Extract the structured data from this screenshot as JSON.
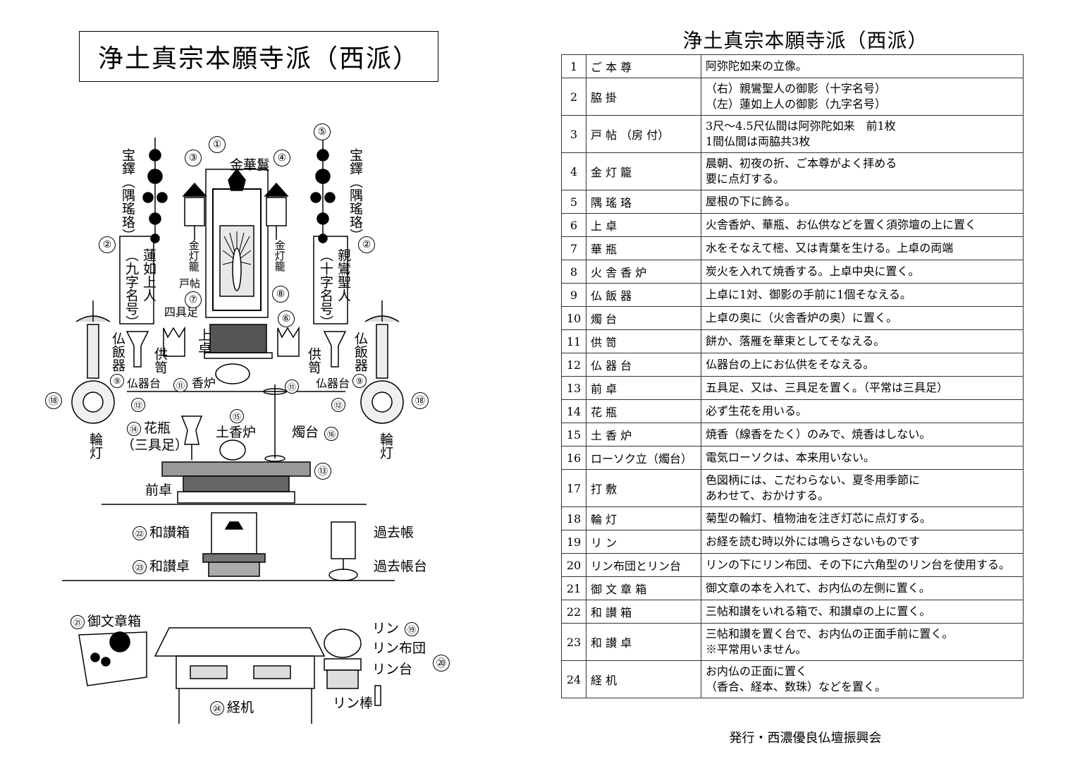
{
  "left": {
    "title": "浄土真宗本願寺派（西派）",
    "labels": {
      "kinkaman": "金華鬘",
      "houtaku_l": "宝鐸（隅瑤珞）",
      "houtaku_r": "宝鐸（隅瑤珞）",
      "rennyo": "蓮如上人",
      "rennyo_sub": "（九字名号）",
      "shinran": "親鸞聖人",
      "shinran_sub": "（十字名号）",
      "kintouro_l": "金灯籠",
      "kintouro_r": "金灯籠",
      "tobari": "戸帖",
      "shigusoku": "四具足",
      "uwajoku": "上卓",
      "buppanki_l": "仏飯器",
      "buppanki_r": "仏飯器",
      "kugo_l": "供笥",
      "kugo_r": "供笥",
      "bukkidai_l": "仏器台",
      "bukkidai_r": "仏器台",
      "koro": "香炉",
      "kabin": "花瓶",
      "sangusoku": "（三具足）",
      "tsuchikoro": "土香炉",
      "shokudai": "燭台",
      "rintou_l": "輪灯",
      "rintou_r": "輪灯",
      "maejoku": "前卓",
      "wasanbako": "和讃箱",
      "wasanjoku": "和讃卓",
      "kakocho": "過去帳",
      "kakochodai": "過去帳台",
      "gobunshobako": "御文章箱",
      "rin": "リン",
      "rinfuton": "リン布団",
      "rindai": "リン台",
      "kyozukue": "経机",
      "rinbou": "リン棒"
    },
    "nums": {
      "n1": "①",
      "n2": "②",
      "n3": "③",
      "n4": "④",
      "n5": "⑤",
      "n6": "⑥",
      "n7": "⑦",
      "n8": "⑧",
      "n9": "⑨",
      "n11": "⑪",
      "n12": "⑫",
      "n13": "⑬",
      "n14": "⑭",
      "n15": "⑮",
      "n16": "⑯",
      "n18": "⑱",
      "n19": "⑲",
      "n20": "⑳",
      "n21": "㉑",
      "n22": "㉒",
      "n23": "㉓",
      "n24": "㉔"
    }
  },
  "right": {
    "title": "浄土真宗本願寺派（西派）",
    "rows": [
      {
        "no": "1",
        "name": "ご 本 尊",
        "desc": [
          "阿弥陀如来の立像。"
        ]
      },
      {
        "no": "2",
        "name": "脇 掛",
        "desc": [
          "（右）親鸞聖人の御影（十字名号）",
          "（左）蓮如上人の御影（九字名号）"
        ]
      },
      {
        "no": "3",
        "name": "戸 帖 （房 付）",
        "desc": [
          "3尺～4.5尺仏間は阿弥陀如来　前1枚",
          "1間仏間は両脇共3枚"
        ]
      },
      {
        "no": "4",
        "name": "金 灯 籠",
        "desc": [
          "晨朝、初夜の折、ご本尊がよく拝める",
          "要に点灯する。"
        ]
      },
      {
        "no": "5",
        "name": "隅 瑤 珞",
        "desc": [
          "屋根の下に飾る。"
        ]
      },
      {
        "no": "6",
        "name": "上 卓",
        "desc": [
          "火舎香炉、華瓶、お仏供などを置く須弥壇の上に置く"
        ]
      },
      {
        "no": "7",
        "name": "華 瓶",
        "desc": [
          "水をそなえて樒、又は青葉を生ける。上卓の両端"
        ]
      },
      {
        "no": "8",
        "name": "火 舎 香 炉",
        "desc": [
          "炭火を入れて焼香する。上卓中央に置く。"
        ]
      },
      {
        "no": "9",
        "name": "仏 飯 器",
        "desc": [
          "上卓に1対、御影の手前に1個そなえる。"
        ]
      },
      {
        "no": "10",
        "name": "燭 台",
        "desc": [
          "上卓の奥に（火舎香炉の奥）に置く。"
        ]
      },
      {
        "no": "11",
        "name": "供 笥",
        "desc": [
          "餅か、落雁を華束としてそなえる。"
        ]
      },
      {
        "no": "12",
        "name": "仏 器 台",
        "desc": [
          "仏器台の上にお仏供をそなえる。"
        ]
      },
      {
        "no": "13",
        "name": "前 卓",
        "desc": [
          "五具足、又は、三具足を置く。（平常は三具足）"
        ]
      },
      {
        "no": "14",
        "name": "花 瓶",
        "desc": [
          "必ず生花を用いる。"
        ]
      },
      {
        "no": "15",
        "name": "土 香 炉",
        "desc": [
          "焼香（線香をたく）のみで、焼香はしない。"
        ]
      },
      {
        "no": "16",
        "name": "ローソク立（燭台）",
        "desc": [
          "電気ローソクは、本来用いない。"
        ]
      },
      {
        "no": "17",
        "name": "打 敷",
        "desc": [
          "色図柄には、こだわらない、夏冬用季節に",
          "あわせて、おかけする。"
        ]
      },
      {
        "no": "18",
        "name": "輪 灯",
        "desc": [
          "菊型の輪灯、植物油を注ぎ灯芯に点灯する。"
        ]
      },
      {
        "no": "19",
        "name": "リ ン",
        "desc": [
          "お経を読む時以外には鳴らさないものです"
        ]
      },
      {
        "no": "20",
        "name": "リン布団とリン台",
        "desc": [
          "リンの下にリン布団、その下に六角型のリン台を使用する。"
        ]
      },
      {
        "no": "21",
        "name": "御 文 章 箱",
        "desc": [
          "御文章の本を入れて、お内仏の左側に置く。"
        ]
      },
      {
        "no": "22",
        "name": "和 讃 箱",
        "desc": [
          "三帖和讃をいれる箱で、和讃卓の上に置く。"
        ]
      },
      {
        "no": "23",
        "name": "和 讃 卓",
        "desc": [
          "三帖和讃を置く台で、お内仏の正面手前に置く。",
          "※平常用いません。"
        ]
      },
      {
        "no": "24",
        "name": "経 机",
        "desc": [
          "お内仏の正面に置く",
          "（香合、経本、数珠）などを置く。"
        ]
      }
    ],
    "footer": "発行・西濃優良仏壇振興会"
  }
}
